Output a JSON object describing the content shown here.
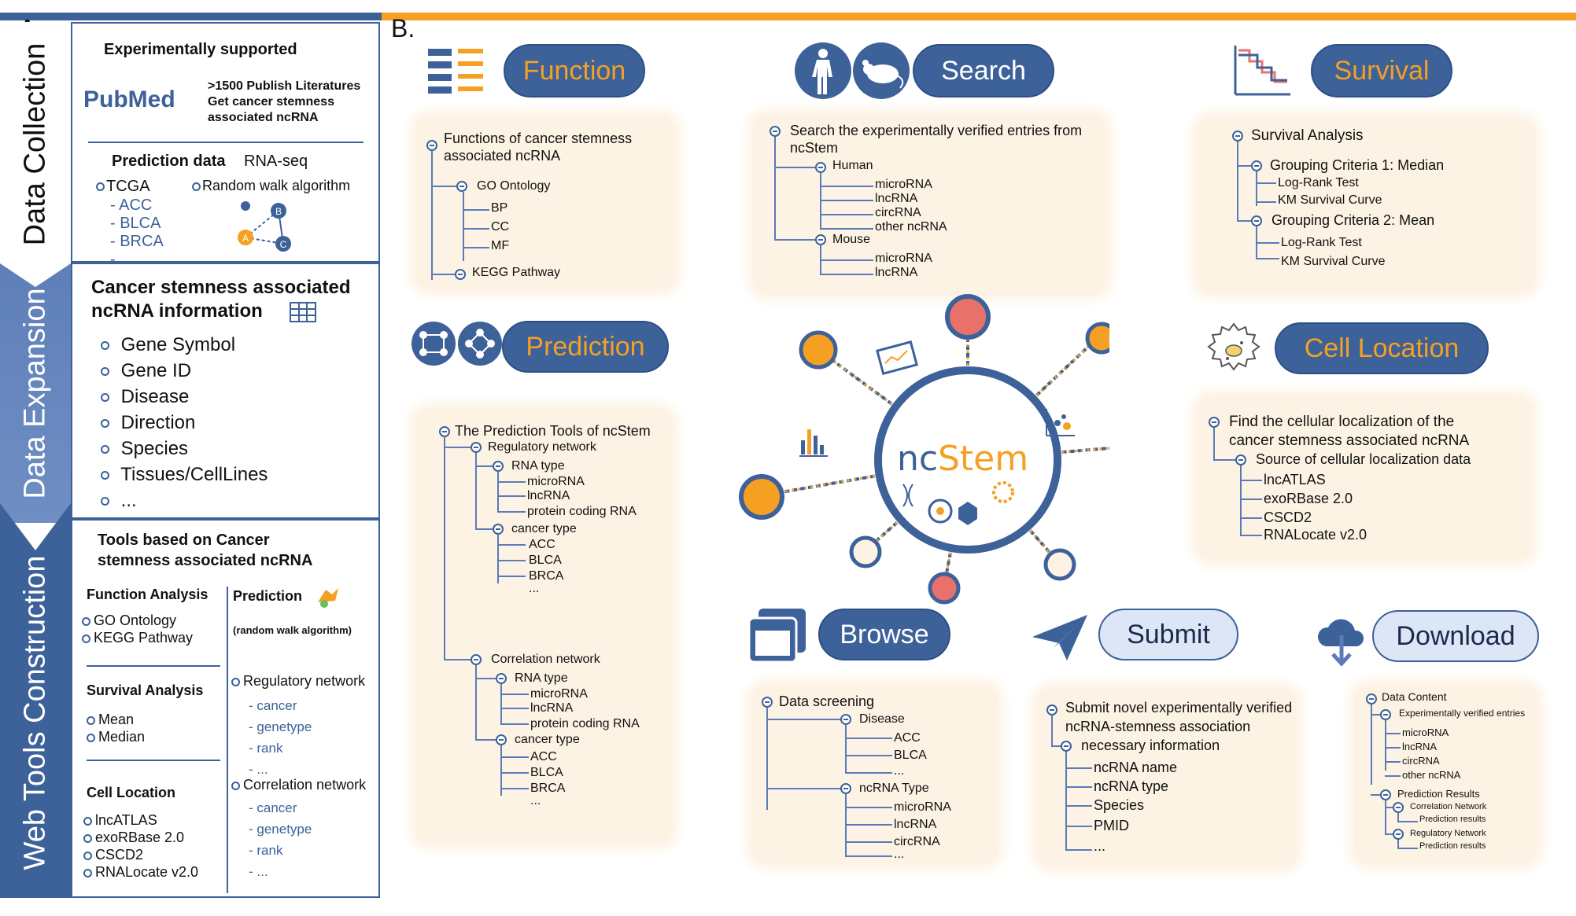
{
  "panel_labels": {
    "a": "A.",
    "b": "B."
  },
  "left": {
    "bands": [
      "Data Collection",
      "Data Expansion",
      "Web Tools Construction"
    ],
    "collection": {
      "title": "Experimentally supported",
      "pubmed_logo": "PubMed",
      "pubmed_text": [
        ">1500 Publish Literatures",
        "Get cancer stemness",
        "associated ncRNA"
      ],
      "prediction_label": "Prediction data",
      "rnaseq": "RNA-seq",
      "tcga": "TCGA",
      "tcga_items": [
        "- ACC",
        "- BLCA",
        "- BRCA",
        "- ..."
      ],
      "random_walk": "Random walk algorithm",
      "graph_nodes": [
        "A",
        "B",
        "C"
      ]
    },
    "expansion": {
      "title_line1": "Cancer stemness associated",
      "title_line2": "ncRNA information",
      "items": [
        "Gene Symbol",
        "Gene ID",
        "Disease",
        "Direction",
        "Species",
        "Tissues/CellLines",
        "..."
      ]
    },
    "tools": {
      "title_line1": "Tools based on Cancer",
      "title_line2": "stemness associated ncRNA",
      "function_analysis": "Function Analysis",
      "function_items": [
        "GO Ontology",
        "KEGG Pathway"
      ],
      "survival_analysis": "Survival Analysis",
      "survival_items": [
        "Mean",
        "Median"
      ],
      "cell_location": "Cell Location",
      "cell_items": [
        "lncATLAS",
        "exoRBase 2.0",
        "CSCD2",
        "RNALocate v2.0"
      ],
      "prediction": "Prediction",
      "prediction_sub": "(random walk algorithm)",
      "regulatory": "Regulatory network",
      "regulatory_items": [
        "- cancer",
        "- genetype",
        "- rank",
        "- ..."
      ],
      "correlation": "Correlation network",
      "correlation_items": [
        "- cancer",
        "- genetype",
        "- rank",
        "- ..."
      ]
    }
  },
  "center_logo": {
    "nc": "nc",
    "stem": "Stem"
  },
  "modules": {
    "function": {
      "label": "Function",
      "tree": [
        "Functions of cancer stemness",
        "associated ncRNA",
        "GO Ontology",
        "BP",
        "CC",
        "MF",
        "KEGG Pathway"
      ]
    },
    "search": {
      "label": "Search",
      "tree": [
        "Search the experimentally verified entries from",
        "ncStem",
        "Human",
        "microRNA",
        "lncRNA",
        "circRNA",
        "other ncRNA",
        "Mouse",
        "microRNA",
        "lncRNA"
      ]
    },
    "survival": {
      "label": "Survival",
      "tree": [
        "Survival Analysis",
        "Grouping Criteria 1: Median",
        "Log-Rank Test",
        "KM Survival Curve",
        "Grouping Criteria 2: Mean",
        "Log-Rank Test",
        "KM Survival Curve"
      ]
    },
    "prediction": {
      "label": "Prediction",
      "tree": [
        "The Prediction Tools of ncStem",
        "Regulatory network",
        "RNA type",
        "microRNA",
        "lncRNA",
        "protein coding RNA",
        "cancer type",
        "ACC",
        "BLCA",
        "BRCA",
        "...",
        "Correlation network",
        "RNA type",
        "microRNA",
        "lncRNA",
        "protein coding RNA",
        "cancer type",
        "ACC",
        "BLCA",
        "BRCA",
        "..."
      ]
    },
    "cell_location": {
      "label": "Cell Location",
      "tree": [
        "Find the cellular localization of the",
        "cancer stemness associated ncRNA",
        "Source of cellular localization data",
        "lncATLAS",
        "exoRBase 2.0",
        "CSCD2",
        "RNALocate v2.0"
      ]
    },
    "browse": {
      "label": "Browse",
      "tree": [
        "Data screening",
        "Disease",
        "ACC",
        "BLCA",
        "...",
        "ncRNA Type",
        "microRNA",
        "lncRNA",
        "circRNA",
        "..."
      ]
    },
    "submit": {
      "label": "Submit",
      "tree": [
        "Submit novel experimentally verified",
        "ncRNA-stemness association",
        "necessary information",
        "ncRNA name",
        "ncRNA type",
        "Species",
        "PMID",
        "..."
      ]
    },
    "download": {
      "label": "Download",
      "tree": [
        "Data Content",
        "Experimentally verified entries",
        "microRNA",
        "lncRNA",
        "circRNA",
        "other ncRNA",
        "Prediction Results",
        "Correlation Network",
        "Prediction results",
        "Regulatory Network",
        "Prediction results"
      ]
    }
  },
  "colors": {
    "navy": "#3d6199",
    "orange": "#f5a023",
    "cream": "#fdf3e4",
    "coral": "#e8716b"
  }
}
